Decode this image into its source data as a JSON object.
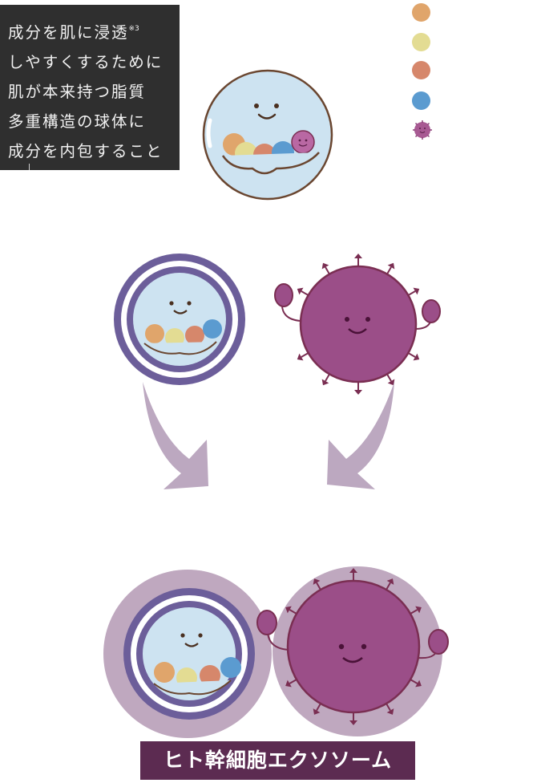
{
  "note": {
    "lines": [
      "成分を肌に浸透",
      "しやすくするために",
      "肌が本来持つ脂質",
      "多重構造の球体に",
      "成分を内包すること"
    ],
    "footnote_mark": "※3"
  },
  "legend": [
    {
      "name": "orange-dot",
      "color": "#e0a56b",
      "label": ""
    },
    {
      "name": "yellow-dot",
      "color": "#e3dc93",
      "label": ""
    },
    {
      "name": "salmon-dot",
      "color": "#d6876b",
      "label": ""
    },
    {
      "name": "blue-dot",
      "color": "#5b9bd0",
      "label": ""
    },
    {
      "name": "purple-exosome-icon",
      "color": "#a85a93",
      "label": ""
    }
  ],
  "colors": {
    "capsule_fill": "#cde3f1",
    "capsule_stroke": "#6a4630",
    "membrane": "#6c5e9a",
    "exosome_fill": "#9b4e88",
    "exosome_stroke": "#7a2e52",
    "arrow": "#bca8c0",
    "halo": "#bfa8bf",
    "title_bg": "#5c2b51"
  },
  "title": "ヒト幹細胞エクソソーム"
}
